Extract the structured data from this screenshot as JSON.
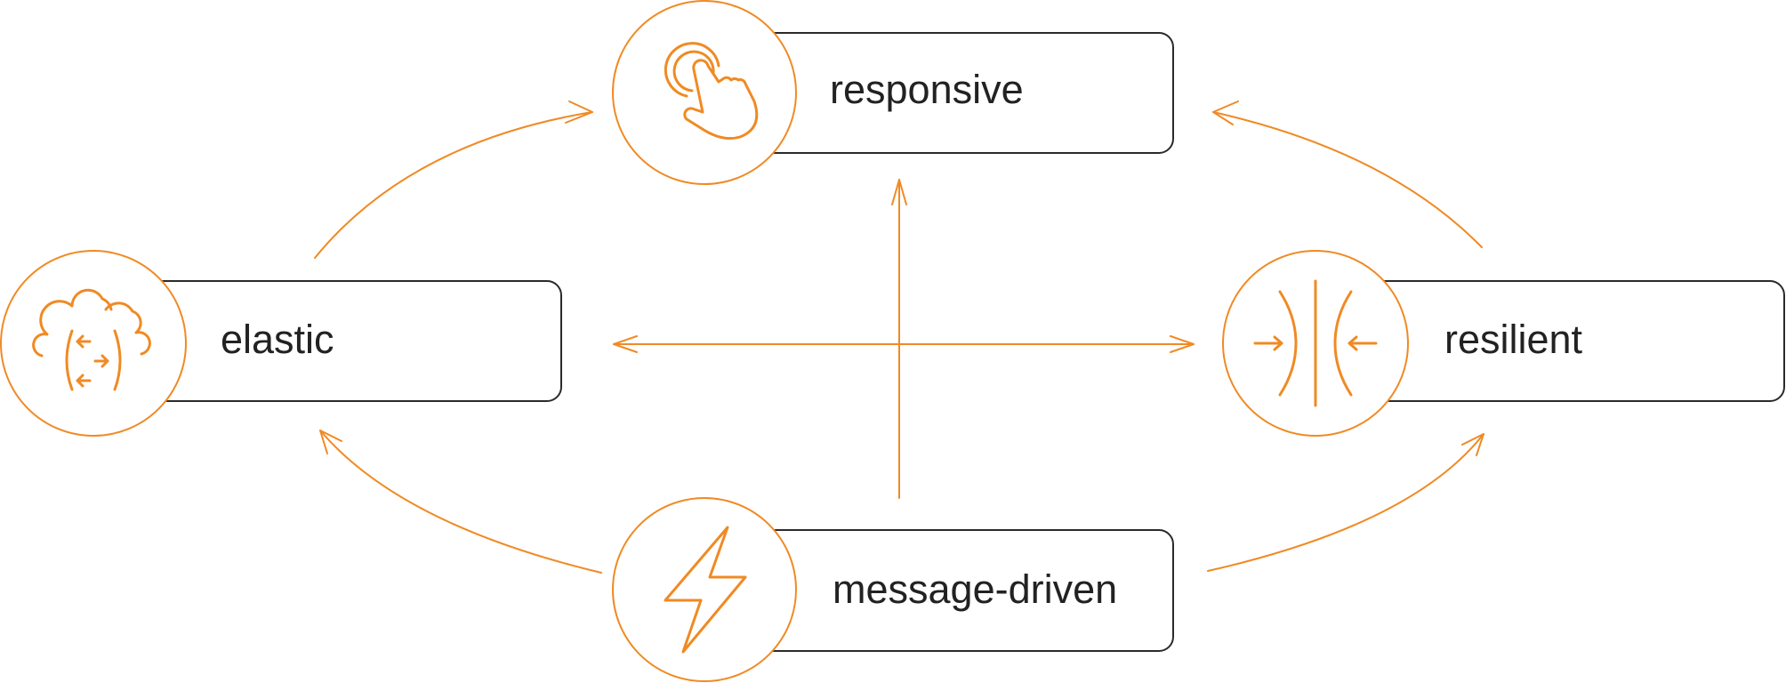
{
  "colors": {
    "accent": "#f08a24",
    "box_stroke": "#2a2a2a",
    "text": "#222222",
    "background": "#ffffff"
  },
  "nodes": {
    "responsive": {
      "label": "responsive",
      "icon": "tap-hand-icon"
    },
    "elastic": {
      "label": "elastic",
      "icon": "cloud-scale-icon"
    },
    "resilient": {
      "label": "resilient",
      "icon": "compress-arrows-icon"
    },
    "message_driven": {
      "label": "message-driven",
      "icon": "lightning-bolt-icon"
    }
  },
  "edges": [
    {
      "from": "elastic",
      "to": "responsive"
    },
    {
      "from": "resilient",
      "to": "responsive"
    },
    {
      "from": "message_driven",
      "to": "elastic"
    },
    {
      "from": "message_driven",
      "to": "resilient"
    },
    {
      "from": "message_driven",
      "to": "responsive"
    },
    {
      "from": "elastic",
      "to": "resilient",
      "bidirectional": true
    }
  ]
}
